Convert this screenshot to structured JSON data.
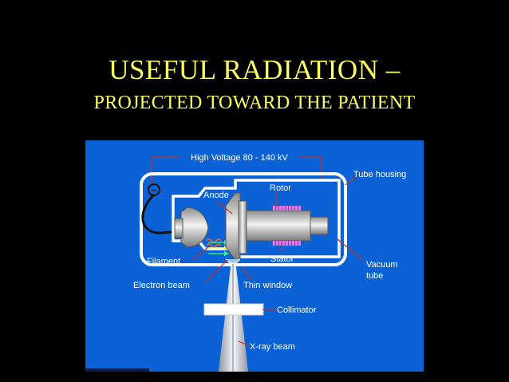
{
  "slide": {
    "title_line1": "USEFUL RADIATION –",
    "title_line2": "PROJECTED TOWARD THE PATIENT"
  },
  "diagram": {
    "labels": {
      "high_voltage": "High Voltage 80 - 140 kV",
      "tube_housing": "Tube housing",
      "anode": "Anode",
      "rotor": "Rotor",
      "filament": "Filament",
      "stator": "Stator",
      "vacuum_tube_line1": "Vacuum",
      "vacuum_tube_line2": "tube",
      "electron_beam": "Electron beam",
      "thin_window": "Thin window",
      "collimator": "Collimator",
      "xray_beam": "X-ray beam"
    },
    "symbols": {
      "minus": "−",
      "plus": "+"
    },
    "colors": {
      "background": "#0a62d6",
      "leader_lines": "#c0302a",
      "rotor_coils": "#d77ee8",
      "title": "#ffff66"
    }
  }
}
